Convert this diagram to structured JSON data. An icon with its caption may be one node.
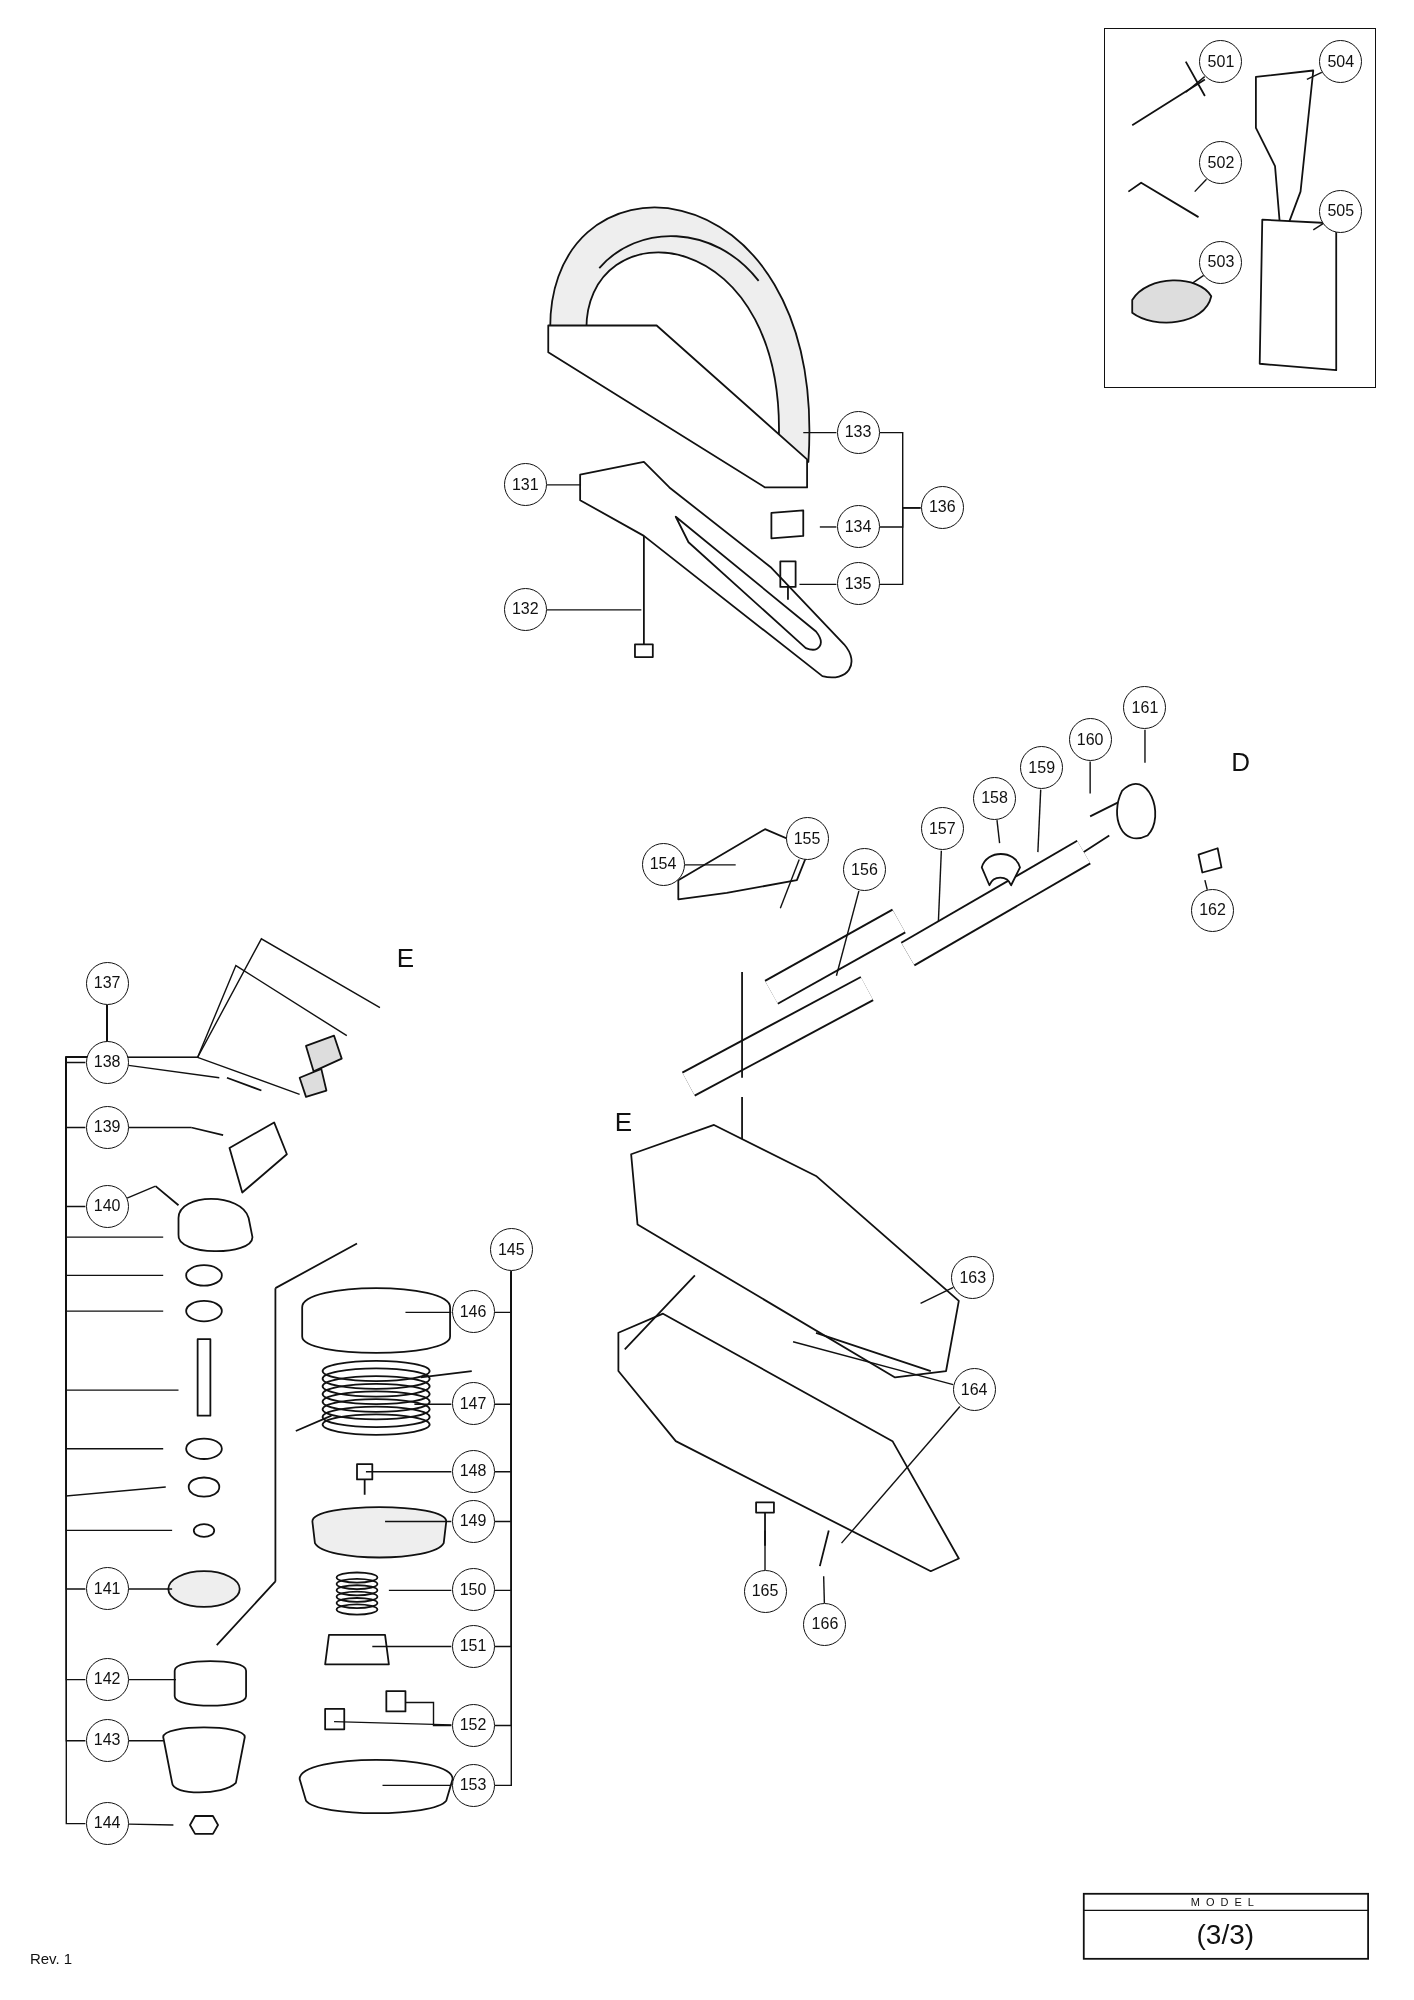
{
  "diagram": {
    "nodes": [
      {
        "text": [],
        "shape": "box"
      },
      {
        "text": [
          "501"
        ],
        "in": 0
      },
      {
        "text": [
          "504"
        ],
        "in": 0
      },
      {
        "text": [
          "502"
        ],
        "in": 0
      },
      {
        "text": [
          "505"
        ],
        "in": 0
      },
      {
        "text": [
          "503"
        ],
        "in": 0
      },
      {
        "text": [
          "133"
        ]
      },
      {
        "text": [
          "131"
        ]
      },
      {
        "text": [
          "134"
        ]
      },
      {
        "text": [
          "136"
        ]
      },
      {
        "text": [
          "135"
        ]
      },
      {
        "text": [
          "132"
        ]
      },
      {
        "text": [
          "161"
        ]
      },
      {
        "text": [
          "160"
        ]
      },
      {
        "text": [
          "159"
        ]
      },
      {
        "text": [
          "158"
        ]
      },
      {
        "text": [
          "157"
        ]
      },
      {
        "text": [
          "155"
        ]
      },
      {
        "text": [
          "154"
        ]
      },
      {
        "text": [
          "156"
        ]
      },
      {
        "text": [
          "162"
        ]
      },
      {
        "text": [
          "137"
        ]
      },
      {
        "text": [
          "138"
        ]
      },
      {
        "text": [
          "139"
        ]
      },
      {
        "text": [
          "140"
        ]
      },
      {
        "text": [
          "145"
        ]
      },
      {
        "text": [
          "146"
        ]
      },
      {
        "text": [
          "163"
        ]
      },
      {
        "text": [
          "164"
        ]
      },
      {
        "text": [
          "147"
        ]
      },
      {
        "text": [
          "148"
        ]
      },
      {
        "text": [
          "149"
        ]
      },
      {
        "text": [
          "141"
        ]
      },
      {
        "text": [
          "150"
        ]
      },
      {
        "text": [
          "165"
        ]
      },
      {
        "text": [
          "166"
        ]
      },
      {
        "text": [
          "151"
        ]
      },
      {
        "text": [
          "142"
        ]
      },
      {
        "text": [
          "152"
        ]
      },
      {
        "text": [
          "143"
        ]
      },
      {
        "text": [
          "153"
        ]
      },
      {
        "text": [
          "144"
        ]
      }
    ],
    "edges": [
      {
        "from": 1,
        "to": null,
        "arrow": "none"
      },
      {
        "from": 2,
        "to": null,
        "arrow": "none"
      },
      {
        "from": 3,
        "to": null,
        "arrow": "none"
      },
      {
        "from": 4,
        "to": null,
        "arrow": "none"
      },
      {
        "from": 5,
        "to": null,
        "arrow": "none"
      },
      {
        "from": 6,
        "to": null,
        "arrow": "none"
      },
      {
        "from": 7,
        "to": null,
        "arrow": "none"
      },
      {
        "from": 8,
        "to": null,
        "arrow": "none"
      },
      {
        "from": 10,
        "to": null,
        "arrow": "none"
      },
      {
        "from": 11,
        "to": null,
        "arrow": "none"
      },
      {
        "from": 9,
        "to": 6,
        "arrow": "none"
      },
      {
        "from": 9,
        "to": 8,
        "arrow": "none"
      },
      {
        "from": 9,
        "to": 10,
        "arrow": "none"
      },
      {
        "from": 12,
        "to": null,
        "arrow": "none"
      },
      {
        "from": 13,
        "to": null,
        "arrow": "none"
      },
      {
        "from": 14,
        "to": null,
        "arrow": "none"
      },
      {
        "from": 15,
        "to": null,
        "arrow": "none"
      },
      {
        "from": 16,
        "to": null,
        "arrow": "none"
      },
      {
        "from": 19,
        "to": null,
        "arrow": "none"
      },
      {
        "from": 17,
        "to": null,
        "arrow": "none"
      },
      {
        "from": 18,
        "to": null,
        "arrow": "none"
      },
      {
        "from": 20,
        "to": null,
        "arrow": "none"
      },
      {
        "from": 21,
        "to": 22,
        "arrow": "none"
      },
      {
        "from": 21,
        "to": 23,
        "arrow": "none"
      },
      {
        "from": 21,
        "to": 24,
        "arrow": "none"
      },
      {
        "from": 21,
        "to": 32,
        "arrow": "none"
      },
      {
        "from": 21,
        "to": 37,
        "arrow": "none"
      },
      {
        "from": 21,
        "to": 39,
        "arrow": "none"
      },
      {
        "from": 21,
        "to": 41,
        "arrow": "none"
      },
      {
        "from": 21,
        "to": null,
        "arrow": "none"
      },
      {
        "from": 21,
        "to": null,
        "arrow": "none"
      },
      {
        "from": 21,
        "to": null,
        "arrow": "none"
      },
      {
        "from": 21,
        "to": null,
        "arrow": "none"
      },
      {
        "from": 21,
        "to": null,
        "arrow": "none"
      },
      {
        "from": 21,
        "to": null,
        "arrow": "none"
      },
      {
        "from": 21,
        "to": null,
        "arrow": "none"
      },
      {
        "from": 21,
        "to": null,
        "arrow": "none"
      },
      {
        "from": 21,
        "to": null,
        "arrow": "none"
      },
      {
        "from": 21,
        "to": null,
        "arrow": "none"
      },
      {
        "from": 22,
        "to": null,
        "arrow": "none"
      },
      {
        "from": 23,
        "to": null,
        "arrow": "none"
      },
      {
        "from": 24,
        "to": null,
        "arrow": "none"
      },
      {
        "from": 32,
        "to": null,
        "arrow": "none"
      },
      {
        "from": 37,
        "to": null,
        "arrow": "none"
      },
      {
        "from": 39,
        "to": null,
        "arrow": "none"
      },
      {
        "from": 41,
        "to": null,
        "arrow": "none"
      },
      {
        "from": 25,
        "to": 26,
        "arrow": "none"
      },
      {
        "from": 25,
        "to": 29,
        "arrow": "none"
      },
      {
        "from": 25,
        "to": 30,
        "arrow": "none"
      },
      {
        "from": 25,
        "to": 31,
        "arrow": "none"
      },
      {
        "from": 25,
        "to": 33,
        "arrow": "none"
      },
      {
        "from": 25,
        "to": 36,
        "arrow": "none"
      },
      {
        "from": 25,
        "to": 38,
        "arrow": "none"
      },
      {
        "from": 25,
        "to": 40,
        "arrow": "none"
      },
      {
        "from": 26,
        "to": null,
        "arrow": "none"
      },
      {
        "from": 29,
        "to": null,
        "arrow": "none"
      },
      {
        "from": 30,
        "to": null,
        "arrow": "none"
      },
      {
        "from": 31,
        "to": null,
        "arrow": "none"
      },
      {
        "from": 33,
        "to": null,
        "arrow": "none"
      },
      {
        "from": 36,
        "to": null,
        "arrow": "none"
      },
      {
        "from": 38,
        "to": null,
        "arrow": "none"
      },
      {
        "from": 38,
        "to": null,
        "arrow": "none"
      },
      {
        "from": 40,
        "to": null,
        "arrow": "none"
      },
      {
        "from": 27,
        "to": null,
        "arrow": "none"
      },
      {
        "from": 28,
        "to": null,
        "arrow": "none"
      },
      {
        "from": 28,
        "to": null,
        "arrow": "none"
      },
      {
        "from": 34,
        "to": null,
        "arrow": "none"
      },
      {
        "from": 35,
        "to": null,
        "arrow": "none"
      }
    ],
    "labels": [
      "D",
      "E",
      "E",
      "MODEL",
      "(3/3)",
      "Rev. 1"
    ]
  }
}
